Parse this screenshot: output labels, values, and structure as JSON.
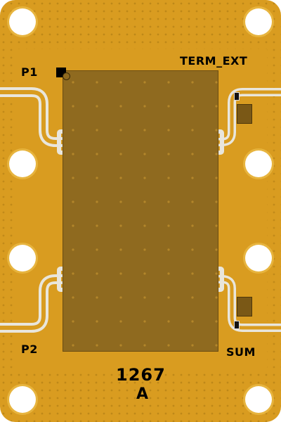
{
  "board": {
    "labels": {
      "p1": "P1",
      "p2": "P2",
      "term_ext": "TERM_EXT",
      "sum": "SUM",
      "part_number": "1267",
      "revision": "A"
    },
    "colors": {
      "pcb": "#d99c20",
      "chip": "#8f6a1f",
      "trace": "#e9e6dc",
      "hole": "#ffffff"
    }
  }
}
